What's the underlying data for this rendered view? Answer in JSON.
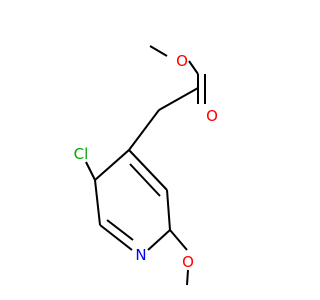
{
  "molecule": {
    "atoms": {
      "oxygen_ester": {
        "label": "O",
        "color": "#ff0000"
      },
      "oxygen_carbonyl": {
        "label": "O",
        "color": "#ff0000"
      },
      "chlorine": {
        "label": "Cl",
        "color": "#00aa00"
      },
      "nitrogen": {
        "label": "N",
        "color": "#0000ff"
      },
      "oxygen_methoxy": {
        "label": "O",
        "color": "#ff0000"
      }
    },
    "bond_color": "#000000"
  }
}
